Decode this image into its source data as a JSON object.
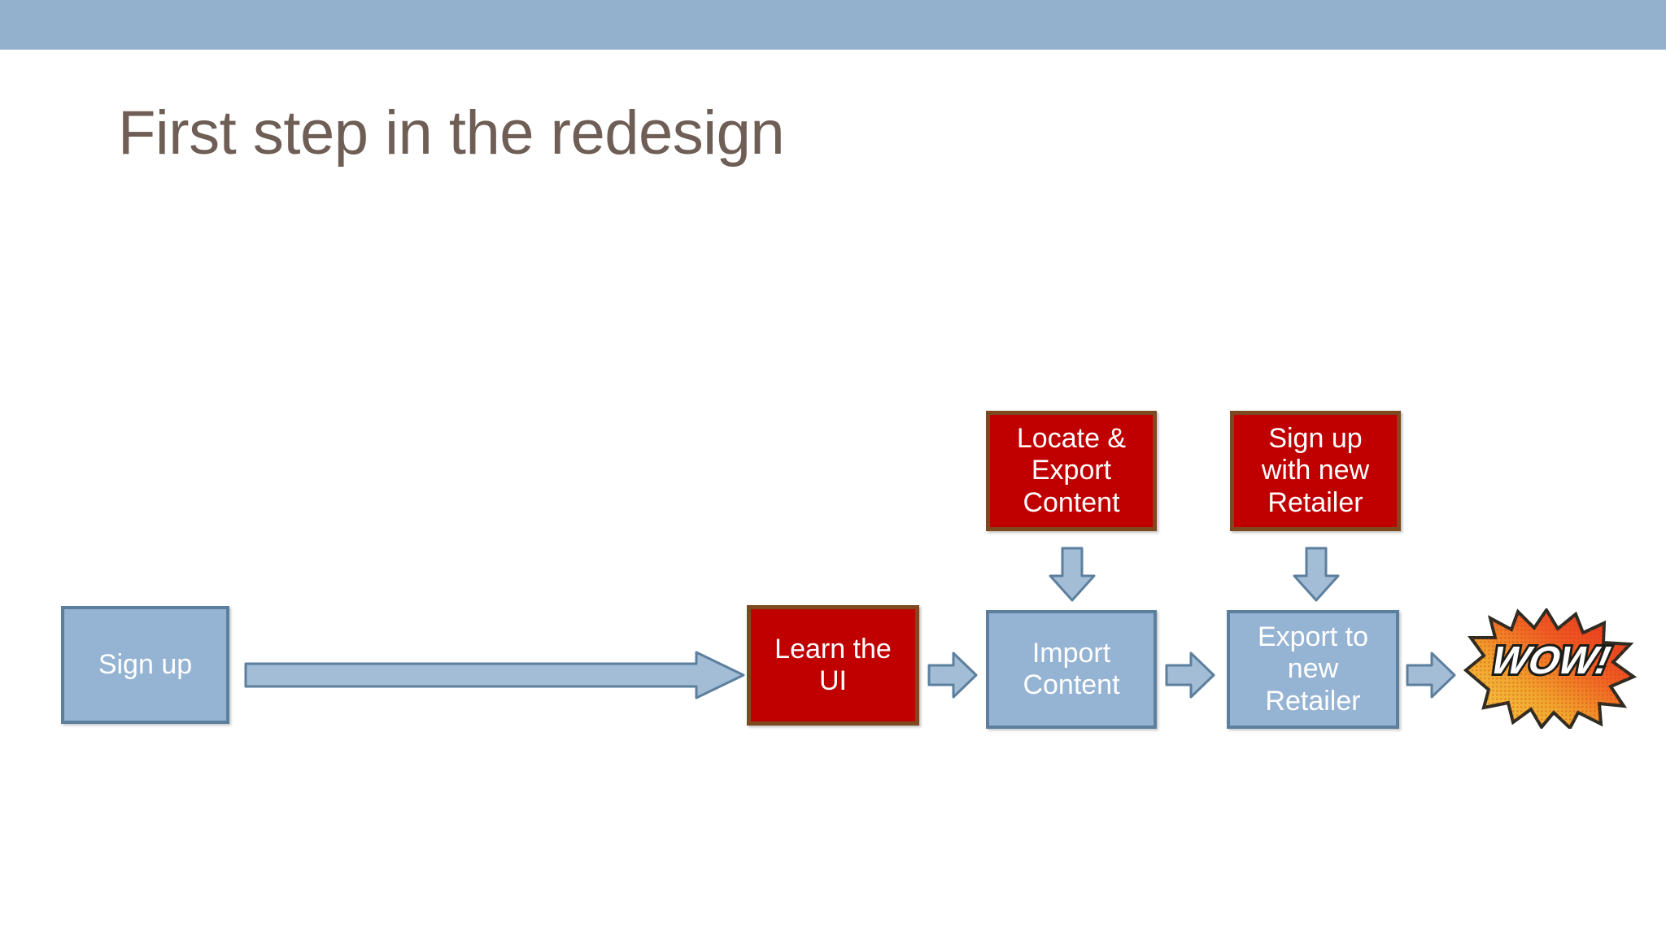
{
  "slide": {
    "title": "First step in the redesign",
    "banner_color": "#93b1cc",
    "title_color": "#6e5e55",
    "background_color": "#ffffff"
  },
  "palette": {
    "red_fill": "#c00000",
    "red_border": "#7c4a1e",
    "blue_fill": "#95b3d2",
    "blue_border": "#5d7f9e",
    "arrow_fill": "#a3bdd6",
    "arrow_border": "#5d7f9e",
    "node_text": "#ffffff"
  },
  "diagram": {
    "type": "flowchart",
    "nodes": [
      {
        "id": "sign-up",
        "label": "Sign up",
        "style": "blue",
        "row": "main"
      },
      {
        "id": "learn-the-ui",
        "label": "Learn the\nUI",
        "style": "red",
        "row": "main"
      },
      {
        "id": "import-content",
        "label": "Import\nContent",
        "style": "blue",
        "row": "main"
      },
      {
        "id": "export-to-new-retailer",
        "label": "Export to\nnew\nRetailer",
        "style": "blue",
        "row": "main"
      },
      {
        "id": "locate-export-content",
        "label": "Locate &\nExport\nContent",
        "style": "red",
        "row": "upper"
      },
      {
        "id": "sign-up-with-new-retailer",
        "label": "Sign up\nwith new\nRetailer",
        "style": "red",
        "row": "upper"
      }
    ],
    "node_labels": {
      "sign_up": "Sign up",
      "learn_the_ui_line1": "Learn the",
      "learn_the_ui_line2": "UI",
      "locate_line1": "Locate &",
      "locate_line2": "Export",
      "locate_line3": "Content",
      "signup_new_line1": "Sign up",
      "signup_new_line2": "with new",
      "signup_new_line3": "Retailer",
      "import_line1": "Import",
      "import_line2": "Content",
      "export_new_line1": "Export to",
      "export_new_line2": "new",
      "export_new_line3": "Retailer"
    },
    "connectors": [
      {
        "id": "signup-to-learnui",
        "from": "sign-up",
        "to": "learn-the-ui",
        "direction": "right",
        "kind": "long-arrow"
      },
      {
        "id": "learnui-to-import",
        "from": "learn-the-ui",
        "to": "import-content",
        "direction": "right",
        "kind": "short-arrow"
      },
      {
        "id": "import-to-export",
        "from": "import-content",
        "to": "export-to-new-retailer",
        "direction": "right",
        "kind": "short-arrow"
      },
      {
        "id": "export-to-wow",
        "from": "export-to-new-retailer",
        "to": "wow-burst",
        "direction": "right",
        "kind": "short-arrow"
      },
      {
        "id": "locate-to-import",
        "from": "locate-export-content",
        "to": "import-content",
        "direction": "down",
        "kind": "down-arrow"
      },
      {
        "id": "signupnew-to-export",
        "from": "sign-up-with-new-retailer",
        "to": "export-to-new-retailer",
        "direction": "down",
        "kind": "down-arrow"
      }
    ],
    "end_marker": {
      "id": "wow-burst",
      "label": "WOW!",
      "shape": "comic-starburst",
      "fill_from": "#f2c63c",
      "fill_to": "#ea3323",
      "outline": "#2b2b22",
      "text_color": "#ffffff"
    }
  }
}
